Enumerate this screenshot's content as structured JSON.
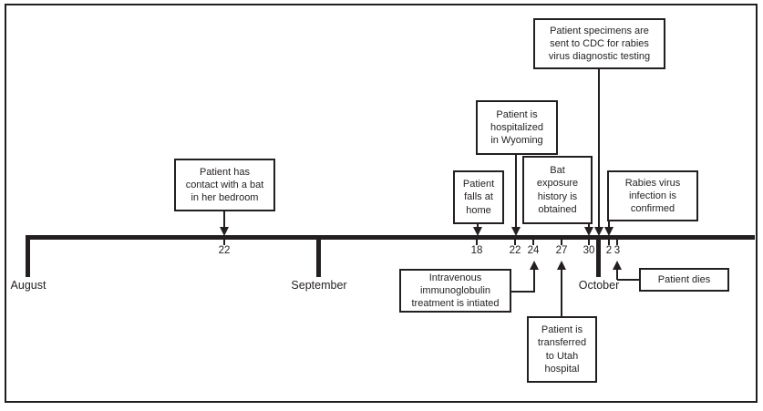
{
  "figure": {
    "type": "timeline",
    "colors": {
      "ink": "#231f20",
      "background": "#ffffff"
    },
    "months": [
      {
        "label": "August"
      },
      {
        "label": "September"
      },
      {
        "label": "October"
      }
    ],
    "day_ticks": [
      {
        "label": "22"
      },
      {
        "label": "18"
      },
      {
        "label": "22"
      },
      {
        "label": "24"
      },
      {
        "label": "27"
      },
      {
        "label": "30"
      },
      {
        "label": "2"
      },
      {
        "label": "3"
      }
    ],
    "events": [
      {
        "id": "bat-contact",
        "placement": "above",
        "lines": [
          "Patient has",
          "contact with a bat",
          "in her bedroom"
        ]
      },
      {
        "id": "patient-falls",
        "placement": "above",
        "lines": [
          "Patient",
          "falls at",
          "home"
        ]
      },
      {
        "id": "hospitalized-wyoming",
        "placement": "above",
        "lines": [
          "Patient is",
          "hospitalized",
          "in Wyoming"
        ]
      },
      {
        "id": "bat-exposure-history",
        "placement": "above",
        "lines": [
          "Bat",
          "exposure",
          "history is",
          "obtained"
        ]
      },
      {
        "id": "specimens-to-cdc",
        "placement": "above",
        "lines": [
          "Patient specimens are",
          "sent to CDC for rabies",
          "virus diagnostic testing"
        ]
      },
      {
        "id": "rabies-confirmed",
        "placement": "above",
        "lines": [
          "Rabies virus",
          "infection is",
          "confirmed"
        ]
      },
      {
        "id": "ivig-treatment",
        "placement": "below",
        "lines": [
          "Intravenous",
          "immunoglobulin",
          "treatment is intiated"
        ]
      },
      {
        "id": "transferred-utah",
        "placement": "below",
        "lines": [
          "Patient is",
          "transferred",
          "to Utah",
          "hospital"
        ]
      },
      {
        "id": "patient-dies",
        "placement": "below",
        "lines": [
          "Patient dies"
        ]
      }
    ]
  }
}
